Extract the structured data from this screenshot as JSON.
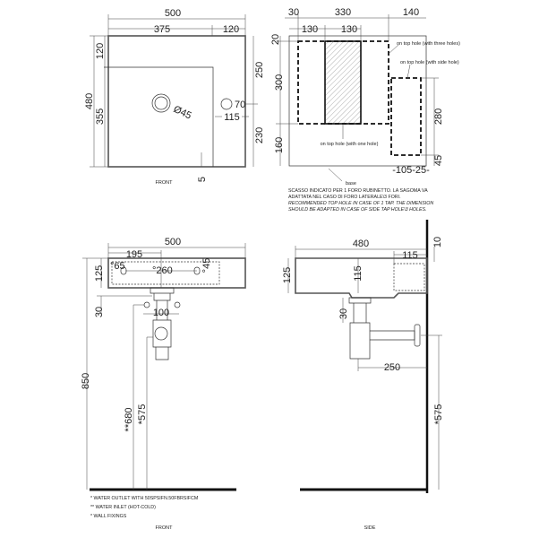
{
  "top_front": {
    "dims": {
      "w500": "500",
      "w375": "375",
      "w120": "120",
      "h480": "480",
      "h355": "355",
      "h120": "120",
      "h250": "250",
      "h230": "230",
      "d70": "70",
      "d115": "115",
      "d45": "Ø45",
      "d5": "5"
    },
    "caption": "FRONT"
  },
  "top_plan": {
    "dims": {
      "w30": "30",
      "w330": "330",
      "w140": "140",
      "w130a": "130",
      "w130b": "130",
      "h20": "20",
      "h300": "300",
      "h160": "160",
      "h280": "280",
      "h45": "45",
      "bottom": "-105-25-"
    },
    "labels": {
      "three": "on top hole (with three holes)",
      "side": "on top hole (with side hole)",
      "one": "on top hole (with one hole)",
      "base": "base"
    },
    "notes": [
      "SCASSO INDICATO PER 1 FORO RUBINETTO. LA SAGOMA VA",
      "ADATTATA NEL CASO DI FORO LATERALE\\3 FORI.",
      "RECOMMENDED TOP HOLE IN CASE OF 1 TAP. THE DIMENSION",
      "SHOULD BE ADAPTED IN CASE OF SIDE TAP HOLE\\3 HOLES."
    ]
  },
  "front_elev": {
    "dims": {
      "w500": "500",
      "w195": "195",
      "d65": "°65",
      "d260": "°260",
      "d45": "°45",
      "h125": "125",
      "h30": "30",
      "d100": "100",
      "h850": "850",
      "h680": "**680",
      "h575": "*575"
    },
    "notes": [
      "* WATER OUTLET WITH 50SPSIFN.50FBRSIFCM",
      "** WATER INLET (HOT-COLD)",
      "* WALL FIXINGS"
    ],
    "caption": "FRONT"
  },
  "side_elev": {
    "dims": {
      "w480": "480",
      "d10": "10",
      "d115": "115",
      "h125": "125",
      "h115": "115",
      "h30": "30",
      "d250": "250",
      "h575": "*575"
    },
    "caption": "SIDE"
  }
}
